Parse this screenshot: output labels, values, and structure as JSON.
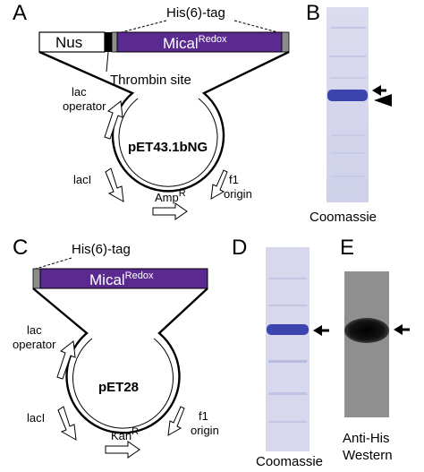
{
  "panels": {
    "a": {
      "letter": "A",
      "his_tag": "His(6)-tag",
      "nus": "Nus",
      "mical_base": "Mical",
      "mical_sup": "Redox",
      "thrombin": "Thrombin site",
      "plasmid": "pET43.1bNG",
      "lac_operator_1": "lac",
      "lac_operator_2": "operator",
      "laci": "lacI",
      "resistance_base": "Amp",
      "resistance_sup": "R",
      "f1_1": "f1",
      "f1_2": "origin"
    },
    "b": {
      "letter": "B",
      "caption": "Coomassie"
    },
    "c": {
      "letter": "C",
      "his_tag": "His(6)-tag",
      "mical_base": "Mical",
      "mical_sup": "Redox",
      "plasmid": "pET28",
      "lac_operator_1": "lac",
      "lac_operator_2": "operator",
      "laci": "lacI",
      "resistance_base": "Kan",
      "resistance_sup": "R",
      "f1_1": "f1",
      "f1_2": "origin"
    },
    "d": {
      "letter": "D",
      "caption": "Coomassie"
    },
    "e": {
      "letter": "E",
      "caption_1": "Anti-His",
      "caption_2": "Western"
    }
  },
  "colors": {
    "mical_purple": "#5b2a91",
    "tag_gray": "#8c8c8c",
    "coomassie_lane": "#d7d8ee",
    "coomassie_band": "#3c44b0",
    "western_bg": "#8f8f8f",
    "western_band": "#0c0c0c"
  }
}
